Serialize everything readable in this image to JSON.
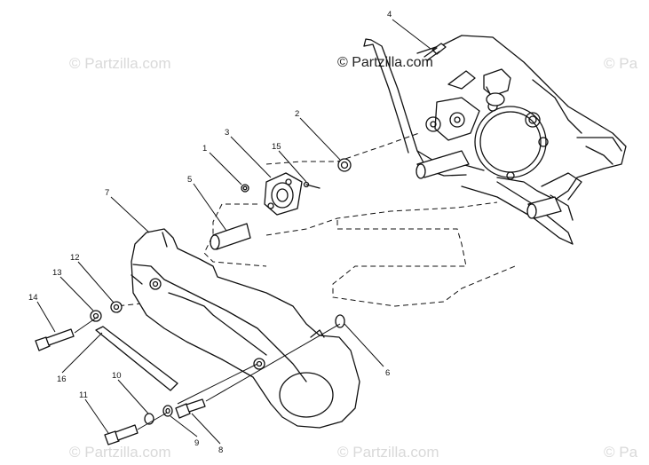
{
  "watermarks": {
    "main": "© Partzilla.com",
    "faint": [
      "© Partzilla.com",
      "© Pa",
      "© Partzilla.com",
      "© Partzilla.com",
      "© Pa"
    ]
  },
  "callouts": {
    "c1": "1",
    "c2": "2",
    "c3": "3",
    "c4": "4",
    "c5": "5",
    "c6": "6",
    "c7": "7",
    "c8": "8",
    "c9": "9",
    "c10": "10",
    "c11": "11",
    "c12": "12",
    "c13": "13",
    "c14": "14",
    "c15": "15",
    "c16": "16"
  }
}
